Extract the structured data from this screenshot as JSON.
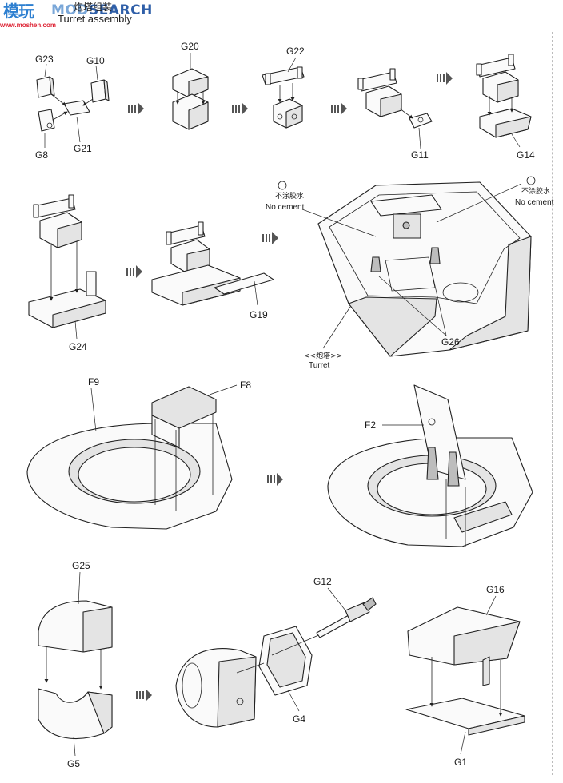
{
  "header": {
    "logo_text": "模玩",
    "watermark_prefix": "MOD",
    "watermark_main": "SEARCH",
    "watermark_url": "www.moshen.com",
    "title_cn": "炮塔组装",
    "title_en": "Turret assembly"
  },
  "labels": {
    "g23": "G23",
    "g10": "G10",
    "g8": "G8",
    "g21": "G21",
    "g20": "G20",
    "g22": "G22",
    "g11": "G11",
    "g14": "G14",
    "g24": "G24",
    "g19": "G19",
    "g26": "G26",
    "f9": "F9",
    "f8": "F8",
    "f2": "F2",
    "g25": "G25",
    "g5": "G5",
    "g12": "G12",
    "g4": "G4",
    "g16": "G16",
    "g1": "G1"
  },
  "notes": {
    "no_cement_cn": "不涂胶水",
    "no_cement_en": "No cement",
    "turret_cn": "<<炮塔>>",
    "turret_en": "Turret"
  },
  "colors": {
    "line": "#222222",
    "paper": "#ffffff",
    "watermark": "#2f5fa8"
  }
}
